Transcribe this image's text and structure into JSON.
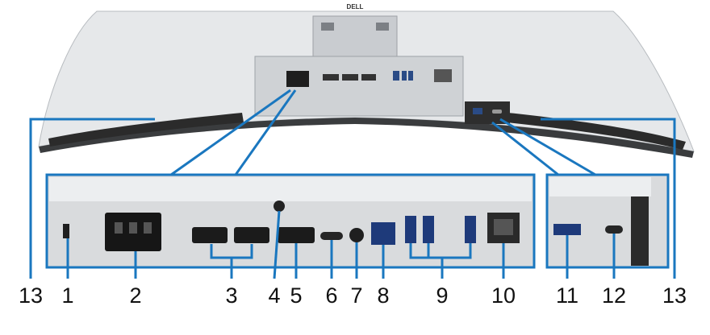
{
  "brand": {
    "logo_text": "DELL"
  },
  "colors": {
    "callout": "#1a77bf",
    "body": "#e4e6e8",
    "vent": "#2a2a2a",
    "panel": "#d9dbdd"
  },
  "callouts": [
    {
      "id": "1",
      "label": "1"
    },
    {
      "id": "2",
      "label": "2"
    },
    {
      "id": "3",
      "label": "3"
    },
    {
      "id": "4",
      "label": "4"
    },
    {
      "id": "5",
      "label": "5"
    },
    {
      "id": "6",
      "label": "6"
    },
    {
      "id": "7",
      "label": "7"
    },
    {
      "id": "8",
      "label": "8"
    },
    {
      "id": "9",
      "label": "9"
    },
    {
      "id": "10",
      "label": "10"
    },
    {
      "id": "11",
      "label": "11"
    },
    {
      "id": "12",
      "label": "12"
    },
    {
      "id": "13a",
      "label": "13"
    },
    {
      "id": "13b",
      "label": "13"
    }
  ]
}
